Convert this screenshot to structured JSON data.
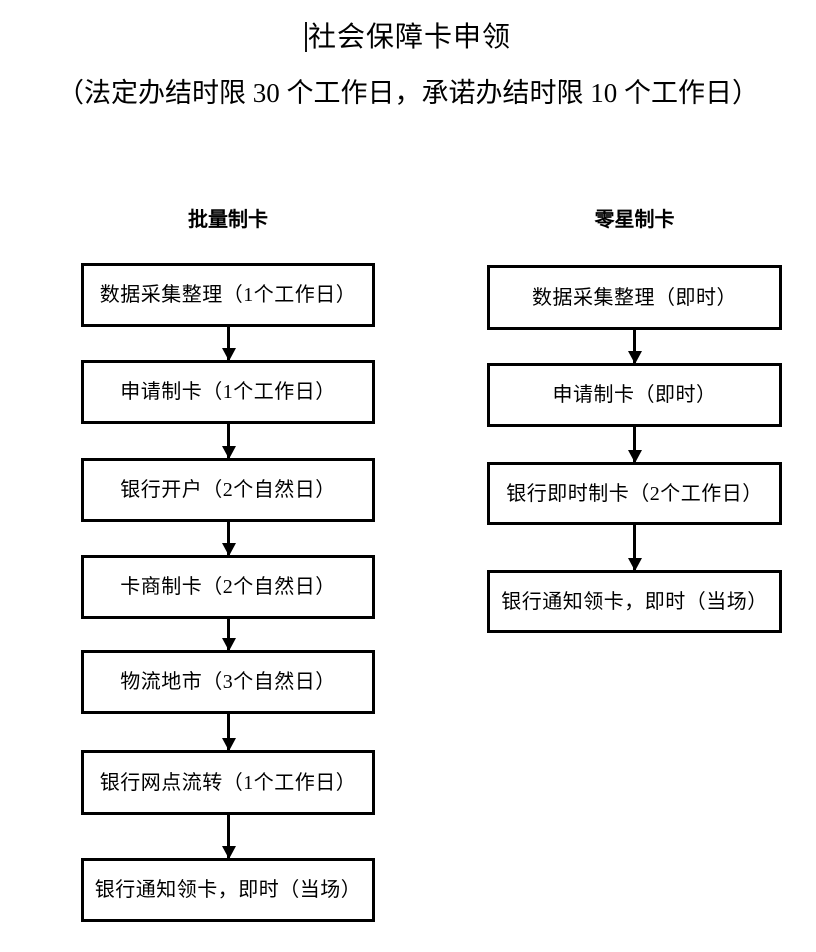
{
  "document": {
    "title": "社会保障卡申领",
    "subtitle": "（法定办结时限 30 个工作日，承诺办结时限 10 个工作日）"
  },
  "columns": [
    {
      "id": "batch",
      "header": "批量制卡",
      "steps": [
        {
          "label": "数据采集整理（1个工作日）"
        },
        {
          "label": "申请制卡（1个工作日）"
        },
        {
          "label": "银行开户（2个自然日）"
        },
        {
          "label": "卡商制卡（2个自然日）"
        },
        {
          "label": "物流地市（3个自然日）"
        },
        {
          "label": "银行网点流转（1个工作日）"
        },
        {
          "label": "银行通知领卡，即时（当场）"
        }
      ]
    },
    {
      "id": "individual",
      "header": "零星制卡",
      "steps": [
        {
          "label": "数据采集整理（即时）"
        },
        {
          "label": "申请制卡（即时）"
        },
        {
          "label": "银行即时制卡（2个工作日）"
        },
        {
          "label": "银行通知领卡，即时（当场）"
        }
      ]
    }
  ],
  "style": {
    "ink": "#000000",
    "paper": "#ffffff"
  }
}
